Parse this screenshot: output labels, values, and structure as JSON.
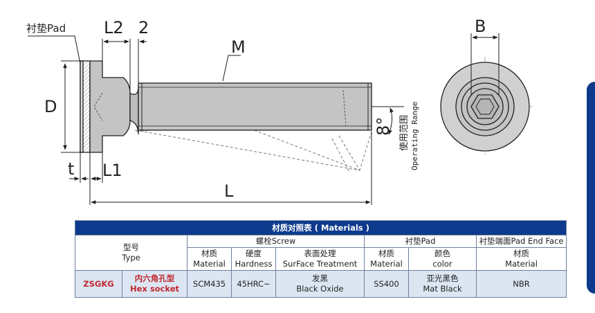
{
  "drawing": {
    "labels": {
      "pad": "衬垫Pad",
      "l2": "L2",
      "two": "2",
      "m": "M",
      "d": "D",
      "t": "t",
      "l1": "L1",
      "l": "L",
      "angle": "8°",
      "range_cn": "使用范围",
      "range_en": "Operating Range",
      "b": "B"
    },
    "colors": {
      "part": "#c4c4c4",
      "pad": "#dcdcdc",
      "line": "#1e1e1e",
      "accent": "#0d3a8c"
    }
  },
  "table": {
    "title": "材质对照表 ( Materials )",
    "type_cn": "型号",
    "type_en": "Type",
    "screw": "螺栓Screw",
    "pad": "衬垫Pad",
    "pad_end": "衬垫端面Pad End Face",
    "headers": [
      {
        "cn": "材质",
        "en": "Material"
      },
      {
        "cn": "硬度",
        "en": "Hardness"
      },
      {
        "cn": "表面处理",
        "en": "SurFace Treatment"
      },
      {
        "cn": "材质",
        "en": "Material"
      },
      {
        "cn": "颜色",
        "en": "color"
      },
      {
        "cn": "材质",
        "en": "Material"
      }
    ],
    "row": {
      "code": "ZSGKG",
      "style_cn": "内六角孔型",
      "style_en": "Hex socket",
      "screw_material": "SCM435",
      "hardness": "45HRC~",
      "treatment_cn": "发黑",
      "treatment_en": "Black Oxide",
      "pad_material": "SS400",
      "color_cn": "亚光黑色",
      "color_en": "Mat Black",
      "end_material": "NBR"
    }
  }
}
